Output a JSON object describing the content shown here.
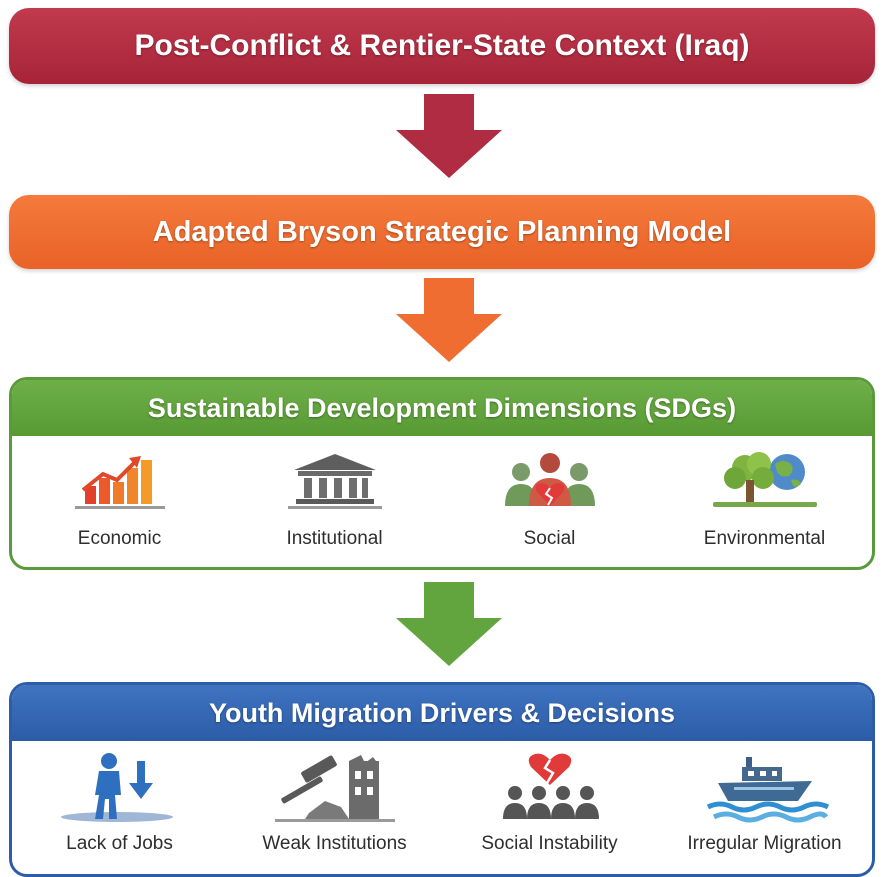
{
  "stage1": {
    "title": "Post-Conflict & Rentier-State Context (Iraq)"
  },
  "stage2": {
    "title": "Adapted Bryson Strategic Planning Model"
  },
  "stage3": {
    "title": "Sustainable Development Dimensions (SDGs)",
    "items": [
      {
        "label": "Economic",
        "icon": "bar-chart-icon"
      },
      {
        "label": "Institutional",
        "icon": "building-columns-icon"
      },
      {
        "label": "Social",
        "icon": "people-broken-heart-icon"
      },
      {
        "label": "Environmental",
        "icon": "tree-globe-icon"
      }
    ]
  },
  "stage4": {
    "title": "Youth Migration Drivers & Decisions",
    "items": [
      {
        "label": "Lack of Jobs",
        "icon": "person-down-arrow-icon"
      },
      {
        "label": "Weak Institutions",
        "icon": "gavel-ruin-icon"
      },
      {
        "label": "Social Instability",
        "icon": "group-broken-heart-icon"
      },
      {
        "label": "Irregular Migration",
        "icon": "boat-waves-icon"
      }
    ]
  },
  "colors": {
    "stage1": "#b02c42",
    "stage2": "#ef6d30",
    "stage3": "#62a43d",
    "stage4": "#3465b3"
  }
}
